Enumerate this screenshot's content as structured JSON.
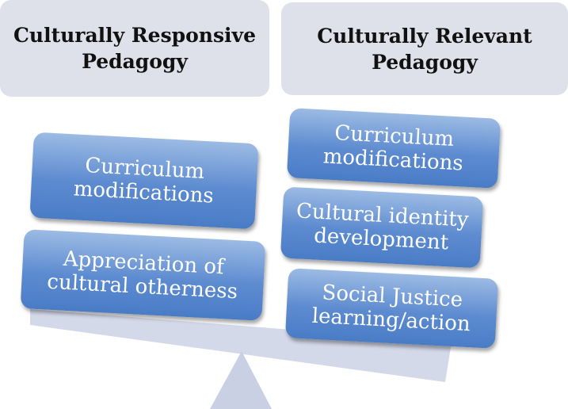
{
  "headers": {
    "left": "Culturally Responsive Pedagogy",
    "right": "Culturally Relevant Pedagogy"
  },
  "left_items": [
    "Curriculum modifications",
    "Appreciation of cultural otherness"
  ],
  "right_items": [
    "Curriculum modifications",
    "Cultural identity development",
    "Social Justice learning/action"
  ],
  "colors": {
    "header_bg": "#dfe1ea",
    "box_blue": "#5d8bd0",
    "scale": "#d3d9e8"
  }
}
